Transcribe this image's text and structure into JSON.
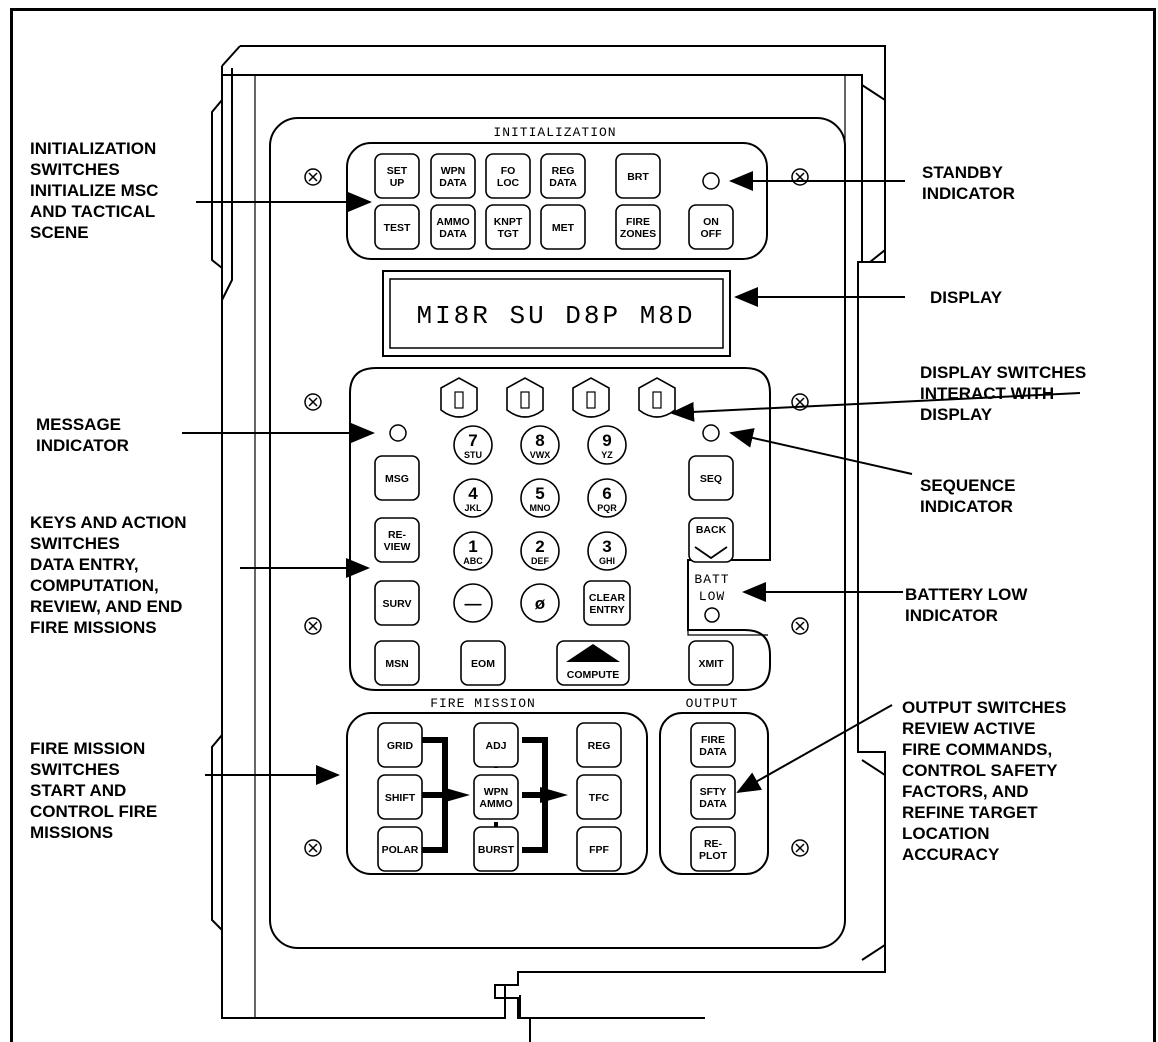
{
  "sections": {
    "initialization": "INITIALIZATION",
    "fire_mission": "FIRE MISSION",
    "output": "OUTPUT"
  },
  "display_text": "MI8R SU  D8P M8D",
  "batt_label": [
    "BATT",
    "LOW"
  ],
  "init_keys": [
    [
      "SET",
      "UP"
    ],
    [
      "WPN",
      "DATA"
    ],
    [
      "FO",
      "LOC"
    ],
    [
      "REG",
      "DATA"
    ],
    [
      "BRT"
    ],
    [
      "TEST"
    ],
    [
      "AMMO",
      "DATA"
    ],
    [
      "KNPT",
      "TGT"
    ],
    [
      "MET"
    ],
    [
      "FIRE",
      "ZONES"
    ],
    [
      "ON",
      "OFF"
    ]
  ],
  "numpad": [
    {
      "digit": "7",
      "letters": "STU"
    },
    {
      "digit": "8",
      "letters": "VWX"
    },
    {
      "digit": "9",
      "letters": "YZ"
    },
    {
      "digit": "4",
      "letters": "JKL"
    },
    {
      "digit": "5",
      "letters": "MNO"
    },
    {
      "digit": "6",
      "letters": "PQR"
    },
    {
      "digit": "1",
      "letters": "ABC"
    },
    {
      "digit": "2",
      "letters": "DEF"
    },
    {
      "digit": "3",
      "letters": "GHI"
    },
    {
      "digit": "—",
      "letters": ""
    },
    {
      "digit": "ø",
      "letters": ""
    }
  ],
  "action_keys": {
    "msg": [
      "MSG"
    ],
    "review": [
      "RE-",
      "VIEW"
    ],
    "surv": [
      "SURV"
    ],
    "msn": [
      "MSN"
    ],
    "eom": [
      "EOM"
    ],
    "compute": [
      "COMPUTE"
    ],
    "xmit": [
      "XMIT"
    ],
    "seq": [
      "SEQ"
    ],
    "back": [
      "BACK"
    ],
    "clear_entry": [
      "CLEAR",
      "ENTRY"
    ]
  },
  "fire_keys": {
    "grid": [
      "GRID"
    ],
    "shift": [
      "SHIFT"
    ],
    "polar": [
      "POLAR"
    ],
    "adj": [
      "ADJ"
    ],
    "wpn_ammo": [
      "WPN",
      "AMMO"
    ],
    "burst": [
      "BURST"
    ],
    "reg": [
      "REG"
    ],
    "tfc": [
      "TFC"
    ],
    "fpf": [
      "FPF"
    ]
  },
  "output_keys": {
    "fire_data": [
      "FIRE",
      "DATA"
    ],
    "sfty_data": [
      "SFTY",
      "DATA"
    ],
    "replot": [
      "RE-",
      "PLOT"
    ]
  },
  "callouts": {
    "init_switches": "INITIALIZATION\nSWITCHES\nINITIALIZE MSC\nAND TACTICAL\nSCENE",
    "message_indicator": "MESSAGE\nINDICATOR",
    "keys_action": "KEYS AND ACTION\nSWITCHES\nDATA ENTRY,\nCOMPUTATION,\nREVIEW, AND END\nFIRE MISSIONS",
    "fire_mission_switches": "FIRE MISSION\nSWITCHES\nSTART AND\nCONTROL FIRE\nMISSIONS",
    "standby_indicator": "STANDBY\nINDICATOR",
    "display": "DISPLAY",
    "display_switches": "DISPLAY SWITCHES\nINTERACT WITH\nDISPLAY",
    "sequence_indicator": "SEQUENCE\nINDICATOR",
    "battery_low": "BATTERY LOW\nINDICATOR",
    "output_switches": "OUTPUT SWITCHES\nREVIEW ACTIVE\nFIRE COMMANDS,\nCONTROL SAFETY\nFACTORS, AND\nREFINE TARGET\nLOCATION\nACCURACY"
  }
}
